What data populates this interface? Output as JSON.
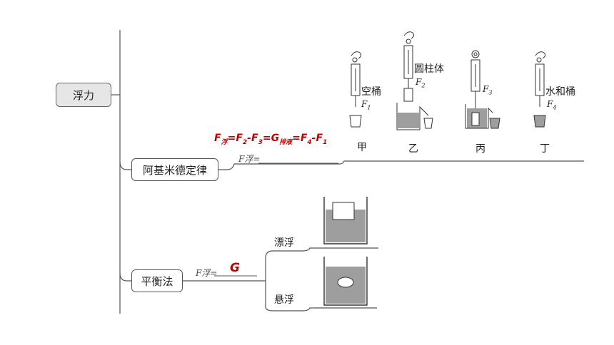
{
  "root": {
    "label": "浮力"
  },
  "archimedes": {
    "label": "阿基米德定律",
    "blank_prefix": "F浮=",
    "formula_parts": [
      "F",
      "浮",
      "=",
      "F",
      "2",
      "-",
      "F",
      "3",
      "=",
      "G",
      "排液",
      "=",
      "F",
      "4",
      "-",
      "F",
      "1"
    ],
    "experiments": [
      {
        "step": "甲",
        "label": "空桶",
        "force": "F",
        "sub": "1"
      },
      {
        "step": "乙",
        "label": "圆柱体",
        "force": "F",
        "sub": "2"
      },
      {
        "step": "丙",
        "label": "",
        "force": "F",
        "sub": "3"
      },
      {
        "step": "丁",
        "label": "水和桶",
        "force": "F",
        "sub": "4"
      }
    ]
  },
  "balance": {
    "label": "平衡法",
    "blank_prefix": "F浮=",
    "answer": "G",
    "cases": [
      {
        "label": "漂浮"
      },
      {
        "label": "悬浮"
      }
    ]
  },
  "colors": {
    "line": "#555555",
    "answer": "#c00000",
    "water": "#9e9e9e",
    "root_fill": "#e6e6e6"
  }
}
